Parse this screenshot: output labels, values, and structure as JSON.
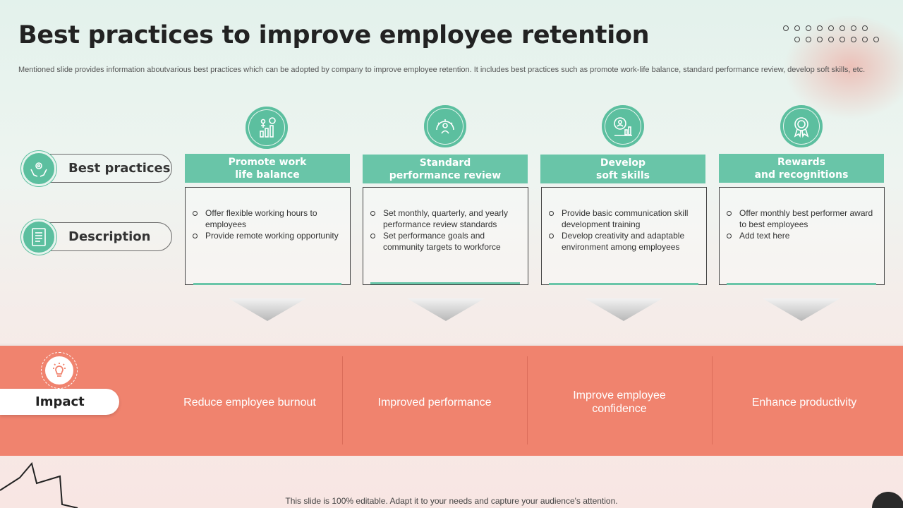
{
  "slide": {
    "title": "Best practices to improve employee retention",
    "subtitle": "Mentioned slide provides information aboutvarious best practices which can be adopted by company to improve employee retention. It includes best practices such as promote work-life balance, standard performance review, develop soft skills, etc.",
    "footer": "This slide is 100% editable. Adapt it to your needs and capture your audience's attention."
  },
  "side_labels": {
    "best_practices": "Best practices",
    "description": "Description",
    "impact": "Impact"
  },
  "columns": [
    {
      "heading": "Promote work\nlife balance",
      "icon": "growth-chart-person-icon",
      "bullets": [
        "Offer flexible working hours to employees",
        "Provide remote working opportunity"
      ],
      "impact": "Reduce employee burnout"
    },
    {
      "heading": "Standard\nperformance review",
      "icon": "performance-gauge-icon",
      "bullets": [
        "Set monthly, quarterly, and yearly performance review standards",
        "Set performance goals and community targets to workforce"
      ],
      "impact": "Improved performance"
    },
    {
      "heading": "Develop\nsoft skills",
      "icon": "skills-chart-icon",
      "bullets": [
        "Provide basic communication skill development training",
        "Develop creativity and adaptable environment among employees"
      ],
      "impact": "Improve employee\nconfidence"
    },
    {
      "heading": "Rewards\nand recognitions",
      "icon": "award-ribbon-icon",
      "bullets": [
        "Offer monthly best performer award to best employees",
        "Add text here"
      ],
      "impact": "Enhance productivity"
    }
  ],
  "colors": {
    "accent_green": "#69c5a8",
    "impact_band": "#f0836e"
  }
}
